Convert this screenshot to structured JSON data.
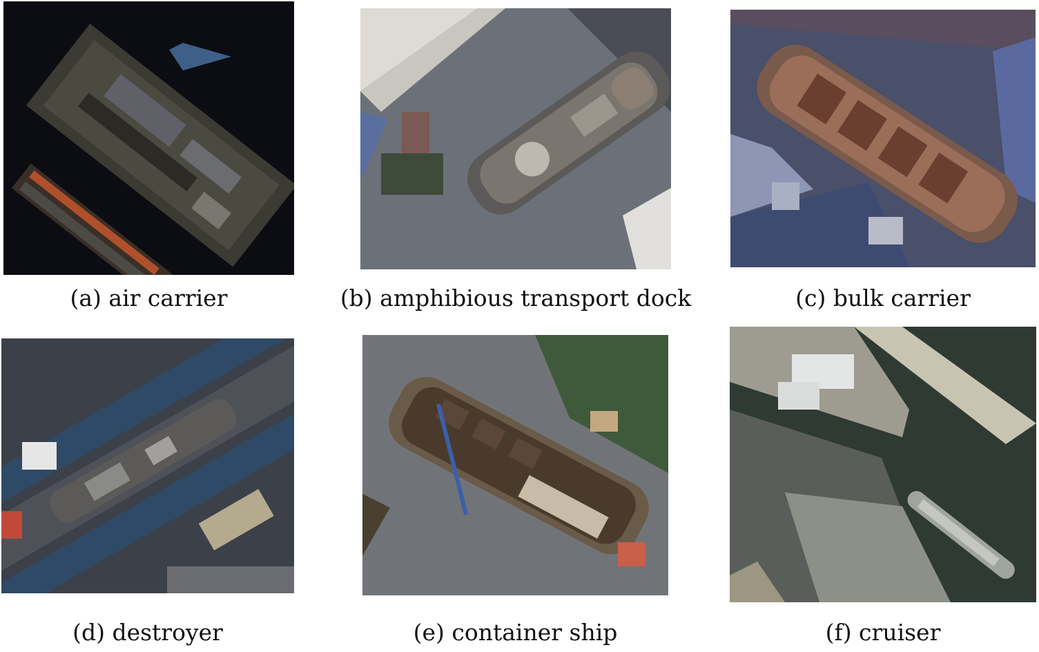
{
  "figure": {
    "panels": [
      {
        "id": "a",
        "caption": "(a) air carrier"
      },
      {
        "id": "b",
        "caption": "(b) amphibious transport dock"
      },
      {
        "id": "c",
        "caption": "(c) bulk carrier"
      },
      {
        "id": "d",
        "caption": "(d) destroyer"
      },
      {
        "id": "e",
        "caption": "(e) container ship"
      },
      {
        "id": "f",
        "caption": "(f) cruiser"
      }
    ]
  }
}
